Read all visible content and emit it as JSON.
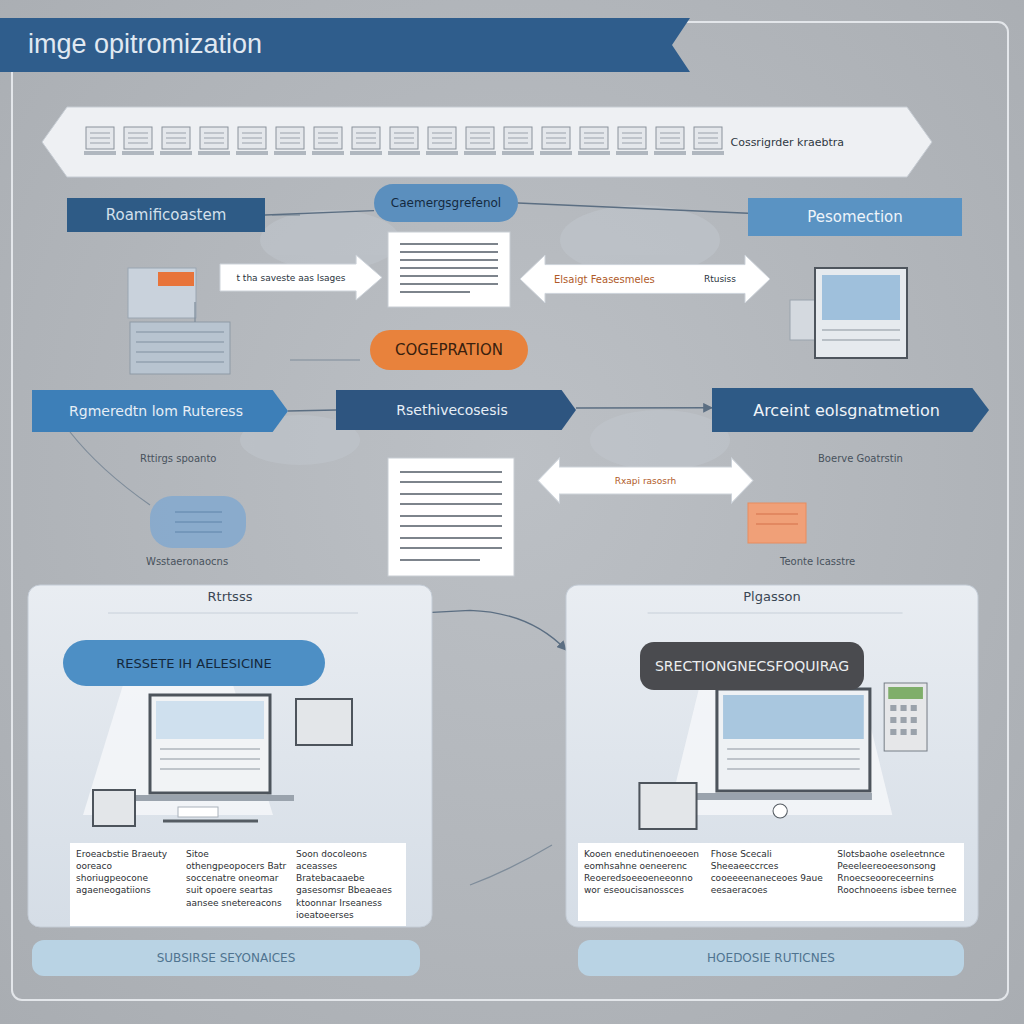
{
  "diagram": {
    "title": "imge opitromization",
    "nodes": [
      {
        "text": [
          "Cossrigrder kraebtra"
        ]
      },
      {
        "text": [
          "Roamificoastem"
        ]
      },
      {
        "text": [
          "Caemergsgrefenol"
        ]
      },
      {
        "text": [
          "Pesomection"
        ]
      },
      {
        "text": [
          "t tha saveste aas Isages"
        ]
      },
      {
        "text": [
          "Elsaigt Feasesmeles",
          "Rtusiss"
        ]
      },
      {
        "text": [
          "COGEPRATION"
        ]
      },
      {
        "text": [
          "Rgmeredtn lom Ruteress"
        ]
      },
      {
        "text": [
          "Rsethivecosesis"
        ]
      },
      {
        "text": [
          "Arceint eolsgnatmetion"
        ]
      },
      {
        "text": [
          "Rxapi rasosrh"
        ]
      },
      {
        "text": [
          "Rtrtsss"
        ]
      },
      {
        "text": [
          "RESSETE IH AELESICINE"
        ],
        "in": 11
      },
      {
        "text": [
          "Eroeacbstie Braeuty ooreaco shoriugpeocone agaeneogatiions",
          "Sitoe othengpeopocers Batr soccenatre oneomar suit opoere seartas aansee snetereacons",
          "Soon docoleons aceasses Bratebacaaebe gasesomsr Bbeaeaes ktoonnar Irseaness ioeatoeerses"
        ],
        "in": 11
      },
      {
        "text": [
          "SUBSIRSE SEYONAICES"
        ]
      },
      {
        "text": [
          "Plgasson"
        ]
      },
      {
        "text": [
          "SRECTIONGNECSFOQUIRAG"
        ],
        "in": 15
      },
      {
        "text": [
          "Kooen enedutinenoeeoen eomhsahne oeneerenc Reoeredsoeeoeneeonno wor eseoucisanossces",
          "Fhose Scecali Sheeaeeccrces cooeeeenaneceoes 9aue eesaeracoes",
          "Slotsbaohe oseleetnnce Peeeleereoeesonsong Rnoecseooreceernins Roochnoeens isbee ternee"
        ],
        "in": 15
      },
      {
        "text": [
          "HOEDOSIE RUTICNES"
        ]
      }
    ],
    "edges": [
      {
        "from": 1,
        "to": 2,
        "arrow": "none"
      },
      {
        "from": 2,
        "to": 3,
        "arrow": "none"
      },
      {
        "from": 7,
        "to": 8,
        "arrow": "none"
      },
      {
        "from": 8,
        "to": 9,
        "arrow": "to"
      },
      {
        "from": 11,
        "to": 15,
        "arrow": "to"
      }
    ],
    "labels": [
      "Rttirgs spoanto",
      "Boerve Goatrstin",
      "Wsstaeronaocns",
      "Teonte Icasstre"
    ]
  }
}
